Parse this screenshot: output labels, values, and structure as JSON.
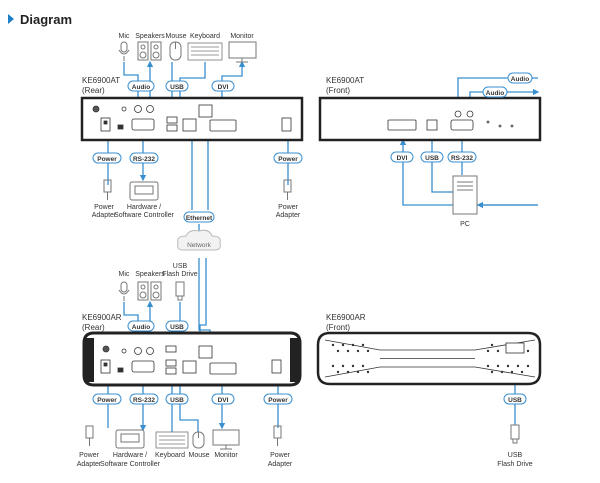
{
  "heading": "Diagram",
  "transmitter_rear": {
    "name": "KE6900AT",
    "side": "(Rear)"
  },
  "transmitter_front": {
    "name": "KE6900AT",
    "side": "(Front)"
  },
  "receiver_rear": {
    "name": "KE6900AR",
    "side": "(Rear)"
  },
  "receiver_front": {
    "name": "KE6900AR",
    "side": "(Front)"
  },
  "devices": {
    "mic": "Mic",
    "speakers": "Speakers",
    "mouse": "Mouse",
    "keyboard": "Keyboard",
    "monitor": "Monitor",
    "power_adapter": [
      "Power",
      "Adapter"
    ],
    "hw_controller": [
      "Hardware /",
      "Software Controller"
    ],
    "pc": "PC",
    "usb_flash": [
      "USB",
      "Flash Drive"
    ],
    "network": "Network"
  },
  "tags": {
    "audio": "Audio",
    "usb": "USB",
    "dvi": "DVI",
    "power": "Power",
    "rs232": "RS-232",
    "ethernet": "Ethernet"
  },
  "colors": {
    "accent": "#1e7fc4",
    "line": "#3a8fcf",
    "device_body": "#ffffff",
    "device_border": "#333333"
  }
}
